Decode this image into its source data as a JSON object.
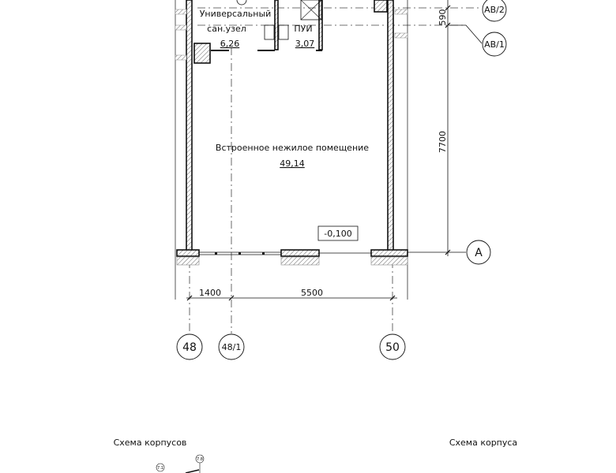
{
  "rooms": [
    {
      "name_line1": "Универсальный",
      "name_line2": "сан.узел",
      "area": "6,26"
    },
    {
      "name": "ПУИ",
      "area": "3,07"
    },
    {
      "name": "Встроенное нежилое помещение",
      "area": "49,14"
    }
  ],
  "level_mark": "-0,100",
  "dimensions": {
    "bottom": [
      "1400",
      "5500"
    ],
    "right": [
      "590",
      "7700"
    ]
  },
  "axes": {
    "vertical": [
      "48",
      "48/1",
      "50"
    ],
    "horizontal": [
      "АВ/2",
      "АВ/1",
      "А"
    ]
  },
  "schemes": {
    "left_title": "Схема корпусов",
    "right_title": "Схема корпуса",
    "left_marks": [
      "7.1",
      "7.8"
    ]
  }
}
